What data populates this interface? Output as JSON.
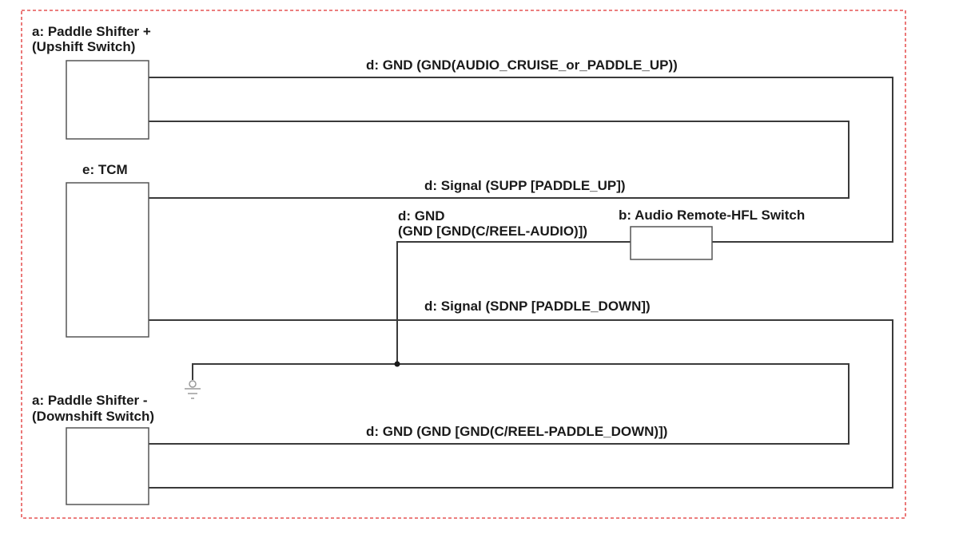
{
  "components": {
    "paddle_up": {
      "line1": "a: Paddle Shifter +",
      "line2": "(Upshift Switch)"
    },
    "tcm": {
      "label": "e: TCM"
    },
    "paddle_down": {
      "line1": "a: Paddle Shifter -",
      "line2": "(Downshift Switch)"
    },
    "audio_switch": {
      "label": "b: Audio Remote-HFL Switch"
    }
  },
  "wires": {
    "gnd_paddle_up": "d: GND (GND(AUDIO_CRUISE_or_PADDLE_UP))",
    "signal_up": "d: Signal (SUPP [PADDLE_UP])",
    "gnd_audio_line1": "d: GND",
    "gnd_audio_line2": "(GND [GND(C/REEL-AUDIO)])",
    "signal_down": "d: Signal (SDNP [PADDLE_DOWN])",
    "gnd_paddle_down": "d: GND (GND [GND(C/REEL-PADDLE_DOWN)])"
  },
  "colors": {
    "wire": "#3a3a3a",
    "border": "#e03030",
    "ground_symbol": "#9a9a9a"
  }
}
